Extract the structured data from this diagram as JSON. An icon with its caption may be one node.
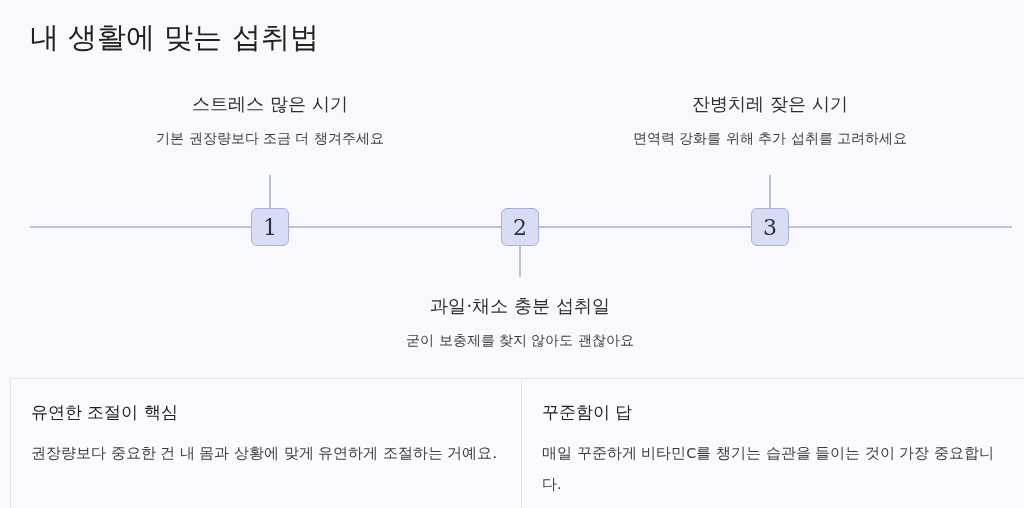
{
  "diagram": {
    "title": "내 생활에 맞는 섭취법",
    "nodes": [
      {
        "text": [
          "스트레스 많은 시기",
          "기본 권장량보다 조금 더 챙겨주세요"
        ]
      },
      {
        "text": [
          "1"
        ]
      },
      {
        "text": [
          "2"
        ]
      },
      {
        "text": [
          "과일·채소 충분 섭취일",
          "굳이 보충제를 찾지 않아도 괜찮아요"
        ]
      },
      {
        "text": [
          "3"
        ]
      },
      {
        "text": [
          "잔병치레 잦은 시기",
          "면역력 강화를 위해 추가 섭취를 고려하세요"
        ]
      },
      {
        "text": [
          "유연한 조절이 핵심",
          "권장량보다 중요한 건 내 몸과 상황에 맞게 유연하게 조절하는 거예요."
        ]
      },
      {
        "text": [
          "꾸준함이 답",
          "매일 꾸준하게 비타민C를 챙기는 습관을 들이는 것이 가장 중요합니다."
        ]
      }
    ],
    "edges": [
      {
        "from": 0,
        "to": 1,
        "arrow": "none"
      },
      {
        "from": 3,
        "to": 2,
        "arrow": "none"
      },
      {
        "from": 5,
        "to": 4,
        "arrow": "none"
      },
      {
        "from": null,
        "to": 1,
        "arrow": "none"
      },
      {
        "from": 1,
        "to": 2,
        "arrow": "none"
      },
      {
        "from": 2,
        "to": 4,
        "arrow": "none"
      },
      {
        "from": 4,
        "to": null,
        "arrow": "none"
      }
    ]
  }
}
